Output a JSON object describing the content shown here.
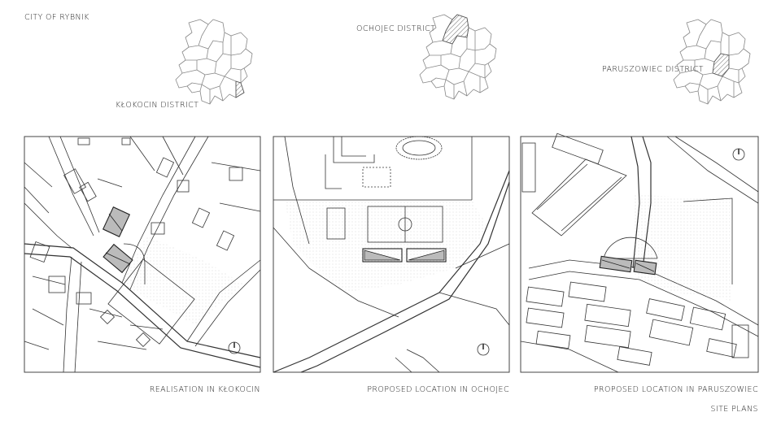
{
  "labels": {
    "city": "CITY OF RYBNIK",
    "klokocin_district": "KŁOKOCIN DISTRICT",
    "ochojec_district": "OCHOJEC DISTRICT",
    "paruszowiec_district": "PARUSZOWIEC DISTRICT",
    "caption_1": "REALISATION IN KŁOKOCIN",
    "caption_2": "PROPOSED LOCATION IN OCHOJEC",
    "caption_3": "PROPOSED LOCATION IN PARUSZOWIEC",
    "footer": "SITE PLANS"
  },
  "colors": {
    "line": "#333333",
    "building_fill": "#bbbbbb",
    "frame": "#555555"
  }
}
